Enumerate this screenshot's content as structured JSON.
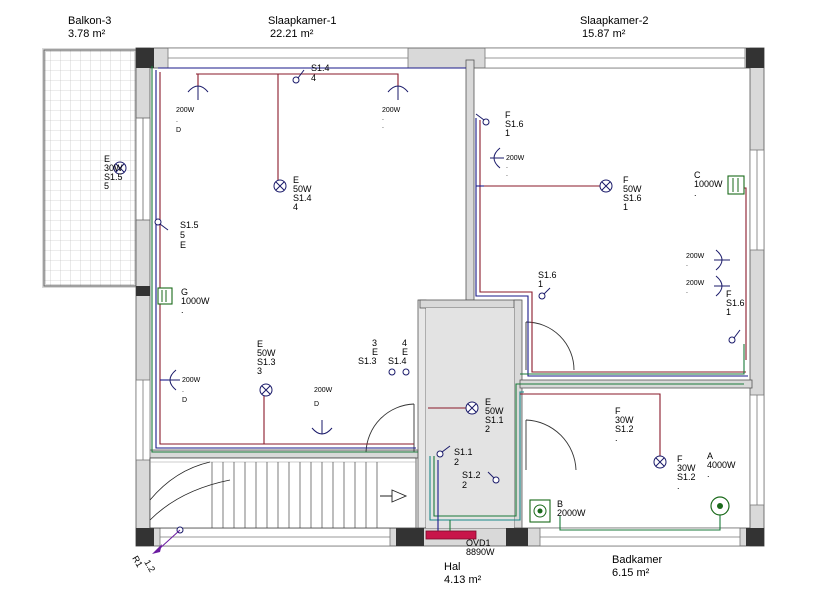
{
  "rooms": {
    "balkon": {
      "name": "Balkon-3",
      "area": "3.78 m²"
    },
    "slaapkamer1": {
      "name": "Slaapkamer-1",
      "area": "22.21 m²"
    },
    "slaapkamer2": {
      "name": "Slaapkamer-2",
      "area": "15.87 m²"
    },
    "hal": {
      "name": "Hal",
      "area": "4.13 m²"
    },
    "badkamer": {
      "name": "Badkamer",
      "area": "6.15 m²"
    }
  },
  "labels": {
    "s14_top": [
      "S1.4",
      "4"
    ],
    "lamp_top_left": [
      "200W",
      ".",
      "D"
    ],
    "lamp_top_right": [
      "200W",
      ".",
      "."
    ],
    "lamp_sk1_center": [
      "E",
      "50W",
      "S1.4",
      "4"
    ],
    "balkon_lamp": [
      "E",
      "30W",
      "S1.5",
      "5"
    ],
    "sw_s15": [
      "S1.5",
      "5",
      "E"
    ],
    "heater_g": [
      "G",
      "1000W",
      "."
    ],
    "lamp_sk1_bottom": [
      "E",
      "50W",
      "S1.3",
      "3"
    ],
    "sw_s13_group": [
      "3",
      "E",
      "S1.3",
      "4",
      "E",
      "S1.4"
    ],
    "lamp_sk1_left": [
      "200W",
      ".",
      "D"
    ],
    "lamp_sk1_door": [
      "200W",
      "D"
    ],
    "sw_f16": [
      "F",
      "S1.6",
      "1"
    ],
    "lamp_sk2_left": [
      "200W",
      ".",
      "."
    ],
    "lamp_sk2_center": [
      "F",
      "50W",
      "S1.6",
      "1"
    ],
    "heater_c": [
      "C",
      "1000W",
      "."
    ],
    "lamp_sk2_right1": [
      "200W",
      "."
    ],
    "lamp_sk2_right2": [
      "200W",
      "."
    ],
    "sw_s16_right": [
      "F",
      "S1.6",
      "1"
    ],
    "sw_s16_mid": [
      "S1.6",
      "1"
    ],
    "lamp_hal": [
      "E",
      "50W",
      "S1.1",
      "2"
    ],
    "sw_s11": [
      "S1.1",
      "2"
    ],
    "sw_s12": [
      "S1.2",
      "2"
    ],
    "lamp_bad_top": [
      "F",
      "30W",
      "S1.2",
      "."
    ],
    "lamp_bad": [
      "F",
      "30W",
      "S1.2",
      "."
    ],
    "heater_a": [
      "A",
      "4000W",
      "."
    ],
    "heater_b": [
      "B",
      "2000W"
    ],
    "ovd": [
      "OVD1",
      "8890W"
    ],
    "r1": "R1",
    "r1_num": "1.2"
  },
  "colors": {
    "wire_blue": "#1a1a8a",
    "wire_red": "#8a1a2a",
    "wire_green": "#1a7a3a",
    "wire_cyan": "#1a8a8a",
    "distribution_box": "#c8154a",
    "wall_fill": "#d9d9d9"
  }
}
